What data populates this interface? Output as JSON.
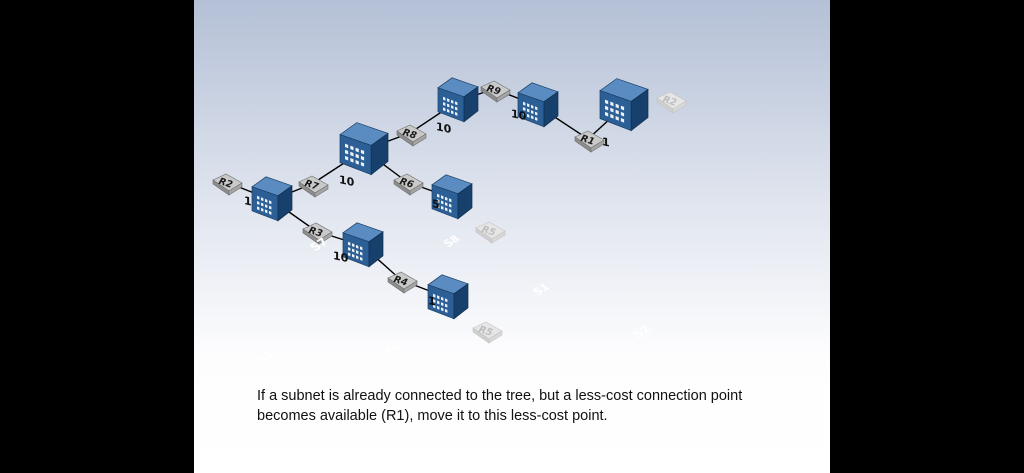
{
  "caption": {
    "line1": "If a subnet is already connected to the tree, but a less-cost connection point",
    "line2": "becomes available (R1), move it to this less-cost point."
  },
  "colors": {
    "subnet_front": "#2c5f95",
    "subnet_side": "#17406c",
    "subnet_top": "#5b8cc1",
    "router_top": "#c9c9c9",
    "router_side": "#8d8d8d",
    "ghost_router": "#e6e6e6",
    "link": "#000000"
  },
  "subnets": [
    {
      "id": "S1",
      "label": "S1"
    },
    {
      "id": "S2",
      "label": "S2"
    },
    {
      "id": "S3",
      "label": "S3"
    },
    {
      "id": "S4",
      "label": "S4"
    },
    {
      "id": "S5",
      "label": "S5"
    },
    {
      "id": "S6",
      "label": "S6"
    },
    {
      "id": "S7",
      "label": "S7"
    },
    {
      "id": "S8",
      "label": "S8"
    }
  ],
  "routers": [
    {
      "id": "R1",
      "label": "R1"
    },
    {
      "id": "R2",
      "label": "R2"
    },
    {
      "id": "R3",
      "label": "R3"
    },
    {
      "id": "R4",
      "label": "R4"
    },
    {
      "id": "R6",
      "label": "R6"
    },
    {
      "id": "R7",
      "label": "R7"
    },
    {
      "id": "R8",
      "label": "R8"
    },
    {
      "id": "R9",
      "label": "R9"
    }
  ],
  "ghost_routers": [
    {
      "id": "R2-ghost",
      "label": "R2"
    },
    {
      "id": "R5-ghost-upper",
      "label": "R5"
    },
    {
      "id": "R5-ghost-lower",
      "label": "R5"
    }
  ],
  "edges": [
    {
      "from": "R2",
      "to": "S3",
      "cost": "1"
    },
    {
      "from": "S3",
      "to": "R7",
      "cost": ""
    },
    {
      "from": "R7",
      "to": "S7",
      "cost": "10"
    },
    {
      "from": "S3",
      "to": "R3",
      "cost": ""
    },
    {
      "from": "R3",
      "to": "S4",
      "cost": "10"
    },
    {
      "from": "S4",
      "to": "R4",
      "cost": ""
    },
    {
      "from": "R4",
      "to": "S5",
      "cost": "1"
    },
    {
      "from": "S7",
      "to": "R8",
      "cost": ""
    },
    {
      "from": "R8",
      "to": "S8",
      "cost": "10"
    },
    {
      "from": "S7",
      "to": "R6",
      "cost": ""
    },
    {
      "from": "R6",
      "to": "S6",
      "cost": "5"
    },
    {
      "from": "S8",
      "to": "R9",
      "cost": ""
    },
    {
      "from": "R9",
      "to": "S1",
      "cost": "10"
    },
    {
      "from": "S1",
      "to": "R1",
      "cost": ""
    },
    {
      "from": "R1",
      "to": "S2",
      "cost": "1"
    }
  ]
}
